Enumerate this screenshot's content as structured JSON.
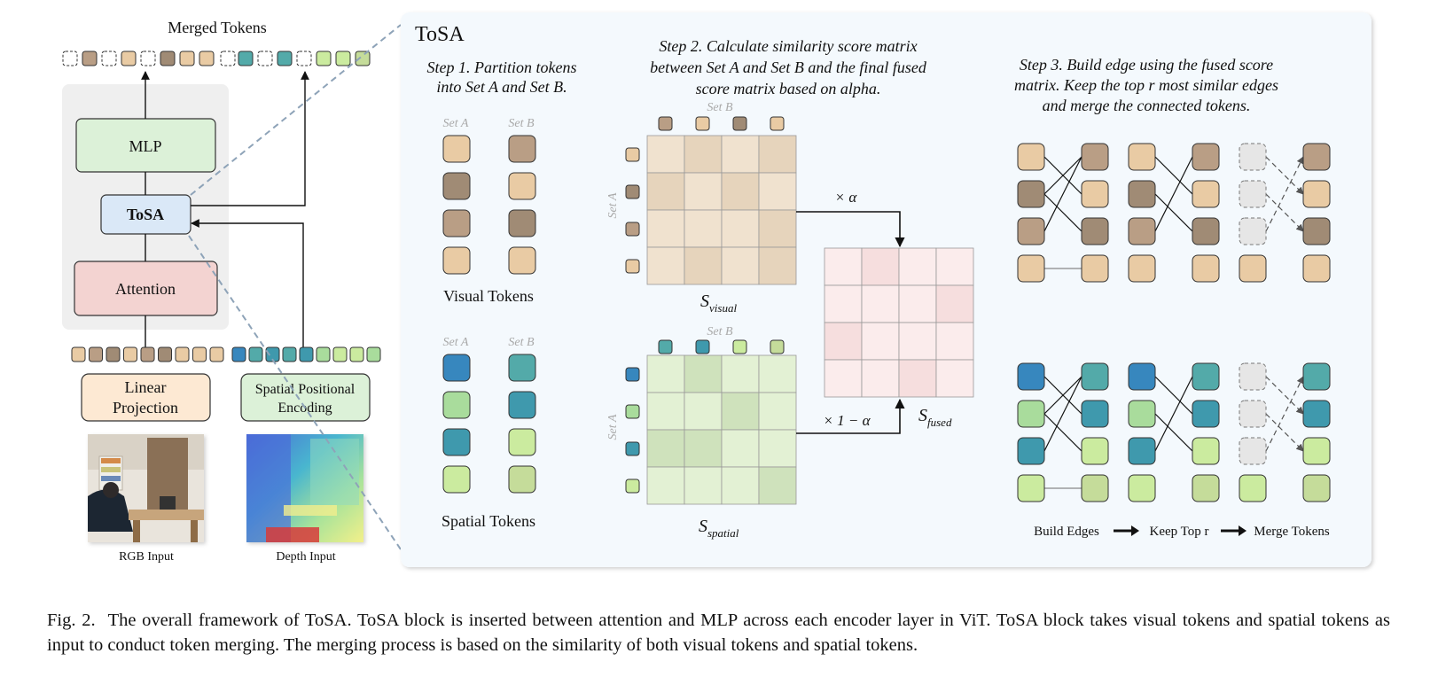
{
  "figure": {
    "left": {
      "merged_tokens_label": "Merged Tokens",
      "mlp_label": "MLP",
      "tosa_block_label": "ToSA",
      "attention_label": "Attention",
      "linear_projection_label": [
        "Linear",
        "Projection"
      ],
      "spatial_encoding_label": [
        "Spatial Positional",
        "Encoding"
      ],
      "rgb_input_label": "RGB Input",
      "depth_input_label": "Depth Input"
    },
    "panel": {
      "title": "ToSA",
      "step1": [
        "Step 1. Partition tokens",
        "into Set A and Set B."
      ],
      "step2": [
        "Step 2. Calculate similarity score matrix",
        "between Set A and Set B and the final fused",
        "score matrix based on alpha."
      ],
      "step3": [
        "Step 3. Build edge using the fused score",
        "matrix. Keep the top r most similar edges",
        "and merge the connected tokens."
      ],
      "set_a": "Set A",
      "set_b": "Set B",
      "visual_tokens": "Visual Tokens",
      "spatial_tokens": "Spatial Tokens",
      "s_symbol": "S",
      "s_visual_sub": "visual",
      "s_spatial_sub": "spatial",
      "s_fused_sub": "fused",
      "times_alpha": "× α",
      "times_one_minus_alpha": "× 1 − α",
      "flow": [
        "Build Edges",
        "Keep Top r",
        "Merge Tokens"
      ]
    },
    "colors": {
      "mlp": "#dcf1d8",
      "tosa_block": "#dae8f7",
      "attention": "#f3d3d1",
      "linear_projection": "#fde9d3",
      "spatial_encoding": "#dcf1d8",
      "panel_bg": "#f4f9fd",
      "visual_light": "#e9cba4",
      "visual_mid": "#b99e85",
      "visual_dark": "#a08b75",
      "spatial_blue": "#3787be",
      "spatial_teal": "#53aaa9",
      "spatial_cyan": "#3f99ad",
      "spatial_light": "#cbeb9f",
      "spatial_green": "#a9dc9c",
      "spatial_olive": "#c5dc9a",
      "merged_ghost": "#e6e6e6"
    }
  },
  "caption": {
    "label": "Fig. 2.",
    "text": "The overall framework of ToSA. ToSA block is inserted between attention and MLP across each encoder layer in ViT. ToSA block takes visual tokens and spatial tokens as input to conduct token merging. The merging process is based on the similarity of both visual tokens and spatial tokens."
  }
}
